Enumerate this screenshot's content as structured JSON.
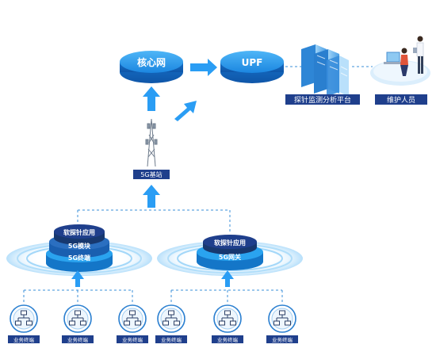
{
  "nodes": {
    "core": "核心网",
    "upf": "UPF",
    "platform": "探针监测分析平台",
    "staff": "维护人员",
    "base_station": "5G基站",
    "left_stack": [
      "软探针应用",
      "5G模块",
      "5G终端"
    ],
    "right_stack": [
      "软探针应用",
      "5G网关"
    ],
    "terminal_label": "业务终端"
  },
  "colors": {
    "primary": "#1f8fe0",
    "dark": "#1c4fa0",
    "label_bg": "#1f3f8c",
    "arrow": "#2a9df4",
    "dashed": "#3a8fd9"
  }
}
